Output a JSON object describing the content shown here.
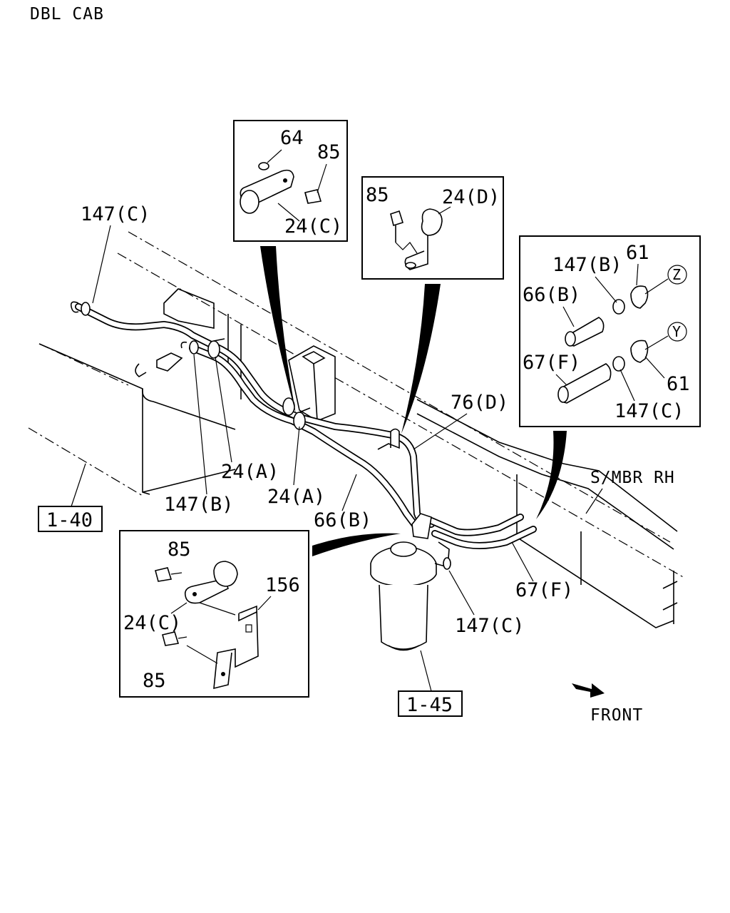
{
  "header": {
    "title": "DBL CAB"
  },
  "labels": {
    "l147c_top": "147(C)",
    "l64": "64",
    "l85_inset1": "85",
    "l24c_inset1": "24(C)",
    "l85_inset2": "85",
    "l24d": "24(D)",
    "l61_top": "61",
    "l147b_inset": "147(B)",
    "l66b_inset": "66(B)",
    "z": "Z",
    "y": "Y",
    "l67f_inset": "67(F)",
    "l61_bottom": "61",
    "l147c_inset": "147(C)",
    "l76d": "76(D)",
    "l24a_1": "24(A)",
    "l24a_2": "24(A)",
    "l147b": "147(B)",
    "l66b": "66(B)",
    "smbr": "S/MBR RH",
    "l67f": "67(F)",
    "l147c_bottom": "147(C)",
    "l85_inset3a": "85",
    "l156": "156",
    "l24c_inset3": "24(C)",
    "l85_inset3b": "85",
    "front": "FRONT"
  },
  "refs": {
    "ref_1_40": "1-40",
    "ref_1_45": "1-45"
  }
}
